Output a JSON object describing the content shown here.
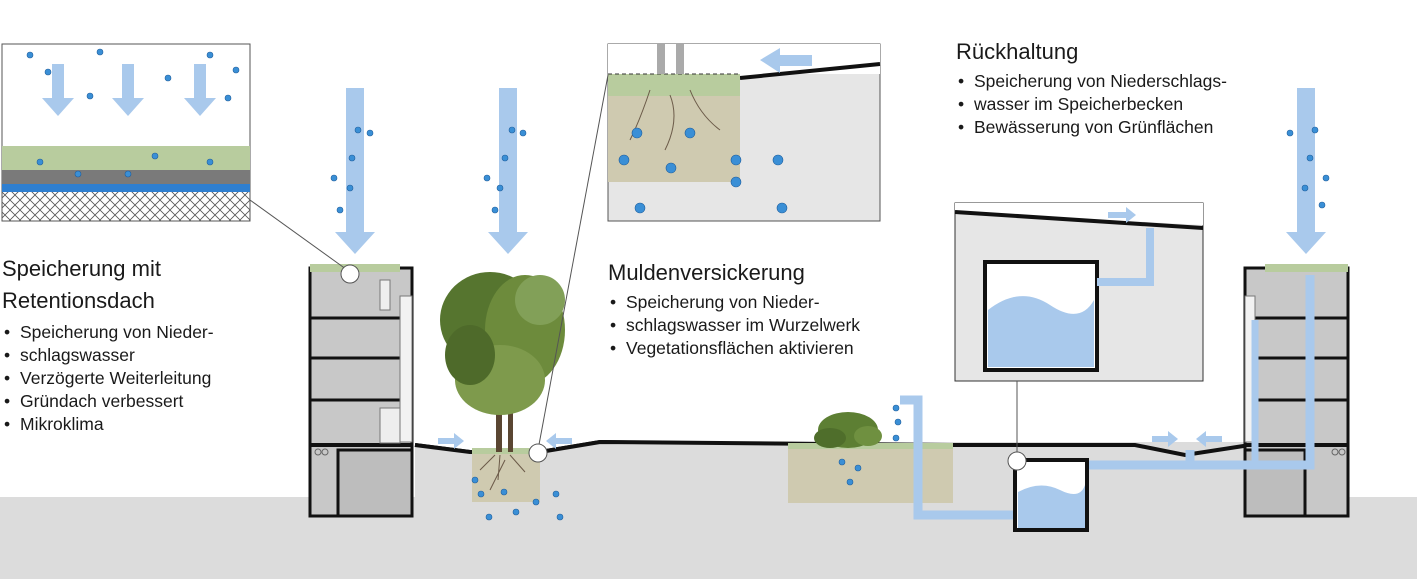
{
  "retention_roof": {
    "title_line1": "Speicherung mit",
    "title_line2": "Retentionsdach",
    "bullets": [
      "Speicherung von Nieder-",
      "schlagswasser",
      "Verzögerte Weiterleitung",
      "Gründach verbessert",
      "Mikroklima"
    ]
  },
  "swale": {
    "title": "Muldenversickerung",
    "bullets": [
      "Speicherung von Nieder-",
      "schlagswasser im Wurzelwerk",
      "Vegetationsflächen aktivieren"
    ]
  },
  "retention": {
    "title": "Rückhaltung",
    "bullets": [
      "Speicherung von Niederschlags-",
      "wasser im Speicherbecken",
      "Bewässerung von Grünflächen"
    ]
  },
  "colors": {
    "water": "#a9c9ec",
    "drop": "#3a8fd6",
    "green_roof": "#b8cc9e",
    "soil": "#cfcab0",
    "ground": "#dcdcdc",
    "building": "#c8c8c8"
  }
}
